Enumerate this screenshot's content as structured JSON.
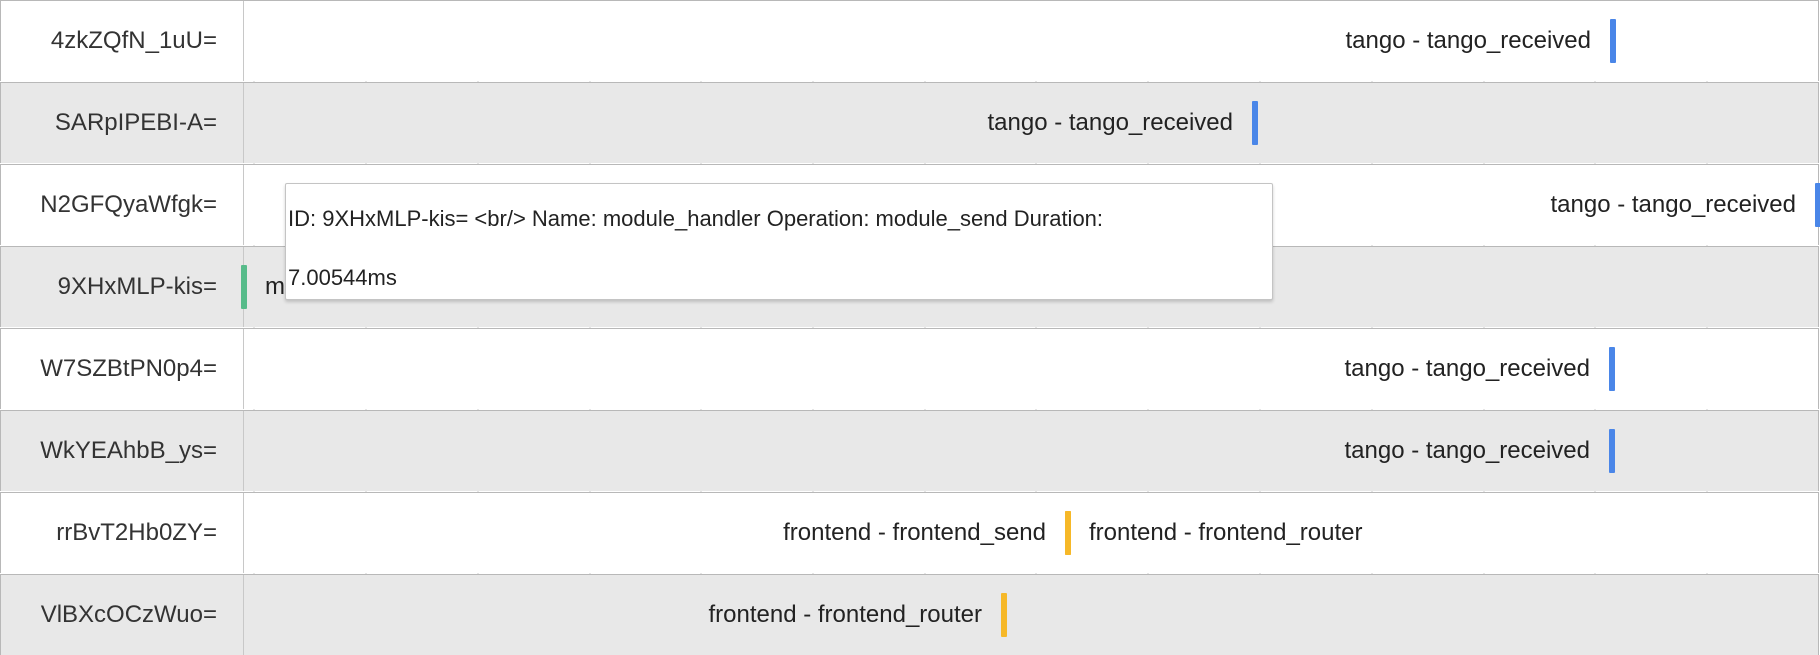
{
  "rows": [
    {
      "label": "4zkZQfN_1uU=",
      "events": [
        {
          "text": "tango - tango_received",
          "color": "#4a86e8",
          "label_side": "left",
          "time_fraction": 0.8695
        }
      ]
    },
    {
      "label": "SARpIPEBI-A=",
      "events": [
        {
          "text": "tango - tango_received",
          "color": "#4a86e8",
          "label_side": "left",
          "time_fraction": 0.6425
        }
      ]
    },
    {
      "label": "N2GFQyaWfgk=",
      "events": [
        {
          "text": "tango - tango_received",
          "color": "#4a86e8",
          "label_side": "left",
          "time_fraction": 1.0
        }
      ]
    },
    {
      "label": "9XHxMLP-kis=",
      "events": [
        {
          "text": "m",
          "color": "#57bb8a",
          "label_side": "right",
          "time_fraction": 0.0
        }
      ]
    },
    {
      "label": "W7SZBtPN0p4=",
      "events": [
        {
          "text": "tango - tango_received",
          "color": "#4a86e8",
          "label_side": "left",
          "time_fraction": 0.8691
        }
      ]
    },
    {
      "label": "WkYEAhbB_ys=",
      "events": [
        {
          "text": "tango - tango_received",
          "color": "#4a86e8",
          "label_side": "left",
          "time_fraction": 0.8691
        }
      ]
    },
    {
      "label": "rrBvT2Hb0ZY=",
      "events": [
        {
          "text": "frontend - frontend_send",
          "color": "#f6b828",
          "label_side": "left",
          "time_fraction": 0.5236
        },
        {
          "text": "frontend - frontend_router",
          "color": "#f6b828",
          "label_side": "right",
          "time_fraction": 0.5236
        }
      ]
    },
    {
      "label": "VlBXcOCzWuo=",
      "events": [
        {
          "text": "frontend - frontend_router",
          "color": "#f6b828",
          "label_side": "left",
          "time_fraction": 0.4828
        }
      ]
    }
  ],
  "tooltip": {
    "line1": "ID: 9XHxMLP-kis= <br/> Name: module_handler Operation: module_send Duration:",
    "line2": "7.00544ms"
  },
  "colors": {
    "row_even": "#ffffff",
    "row_odd": "#e8e8e8",
    "tango": "#4a86e8",
    "module": "#57bb8a",
    "frontend": "#f6b828"
  }
}
